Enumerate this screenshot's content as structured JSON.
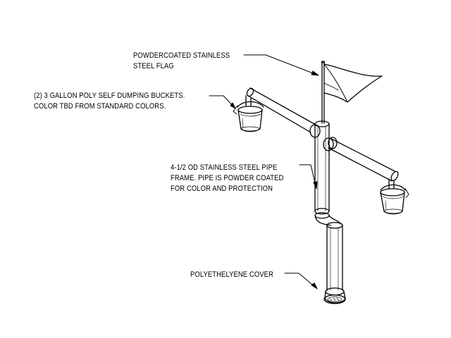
{
  "callouts": {
    "flag": {
      "lines": [
        "POWDERCOATED STAINLESS",
        "STEEL FLAG"
      ]
    },
    "buckets": {
      "lines": [
        "(2) 3 GALLON POLY SELF DUMPING BUCKETS.",
        "COLOR TBD FROM STANDARD COLORS."
      ]
    },
    "pipe": {
      "lines": [
        "4-1/2 OD STAINLESS STEEL PIPE",
        "FRAME. PIPE IS POWDER COATED",
        "FOR COLOR AND PROTECTION"
      ]
    },
    "cover": {
      "lines": [
        "POLYETHELYENE COVER"
      ]
    }
  },
  "colors": {
    "line": "#000000",
    "background": "#ffffff"
  }
}
